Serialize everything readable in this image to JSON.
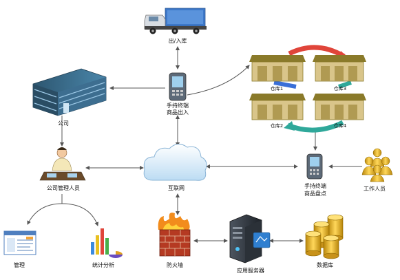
{
  "nodes": {
    "truck": {
      "label": "出/入库",
      "icon": "truck-icon"
    },
    "handheld_top": {
      "label_line1": "手持终端",
      "label_line2": "商品出入",
      "icon": "handheld-terminal-icon"
    },
    "warehouses": {
      "w1": "仓库1",
      "w2": "仓库2",
      "w3": "仓库3",
      "w4": "仓库4",
      "icon": "warehouse-icon"
    },
    "company": {
      "label": "公司",
      "icon": "office-building-icon"
    },
    "manager": {
      "label": "公司管理人员",
      "icon": "manager-at-desk-icon"
    },
    "internet": {
      "label": "互联网",
      "icon": "cloud-icon"
    },
    "handheld_right": {
      "label_line1": "手持终端",
      "label_line2": "商品盘点",
      "icon": "handheld-terminal-icon"
    },
    "workers": {
      "label": "工作人员",
      "icon": "people-group-icon"
    },
    "management": {
      "label": "管理",
      "icon": "document-window-icon"
    },
    "stats": {
      "label": "统计分析",
      "icon": "bar-chart-icon"
    },
    "firewall": {
      "label": "防火墙",
      "icon": "firewall-icon"
    },
    "app_server": {
      "label": "应用服务器",
      "icon": "server-icon"
    },
    "database": {
      "label": "数据库",
      "icon": "database-icon"
    }
  },
  "colors": {
    "arrow": "#555555",
    "building": "#2e5b78",
    "cloud": "#c9e3f6",
    "warehouse_roof": "#8a7a2a",
    "warehouse_wall": "#d9c58a",
    "cycle_red": "#e0453a",
    "cycle_blue": "#3a6fd8",
    "cycle_teal": "#2fa89a",
    "gold": "#d9a520",
    "firewall": "#b53a22"
  }
}
